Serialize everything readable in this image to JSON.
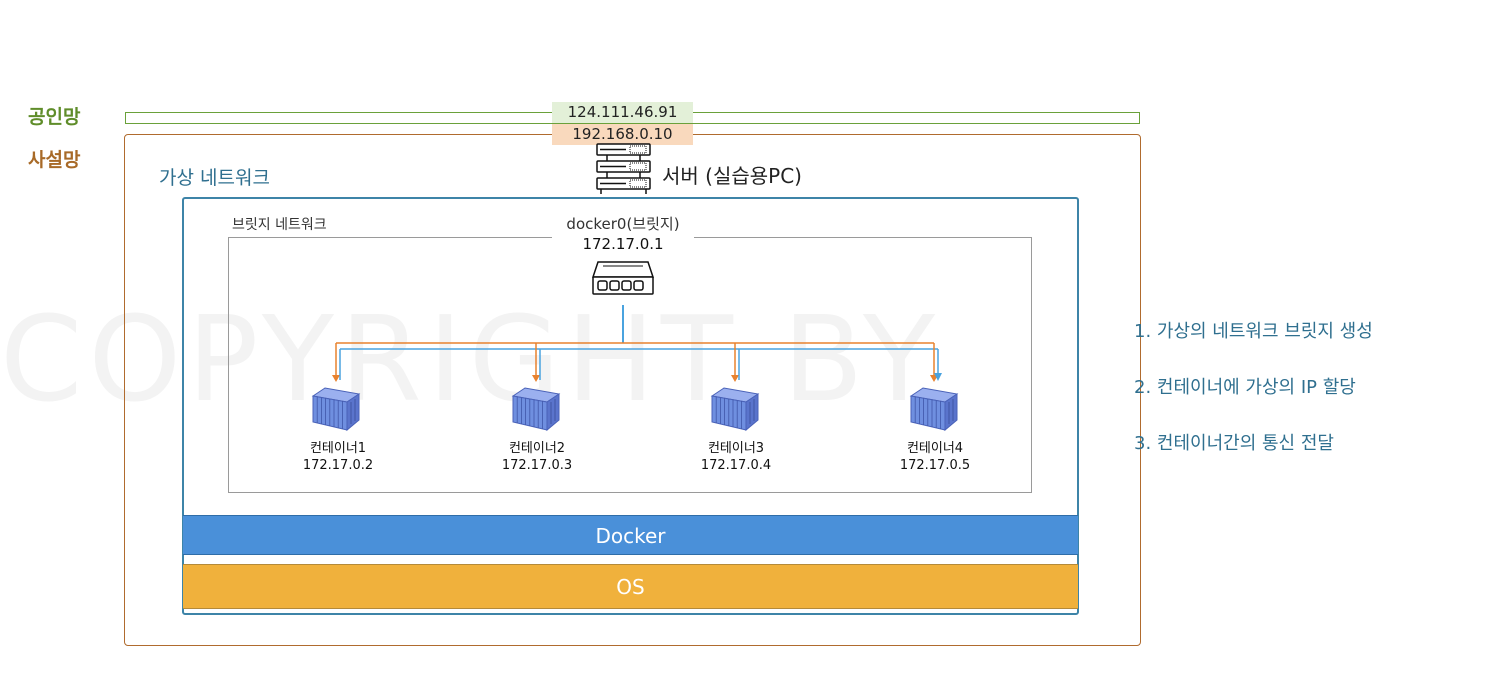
{
  "network": {
    "public_label": "공인망",
    "private_label": "사설망",
    "public_ip": "124.111.46.91",
    "private_ip": "192.168.0.10"
  },
  "server": {
    "title": "서버 (실습용PC)",
    "icon": "server-rack-icon"
  },
  "virtual_network": {
    "label": "가상 네트워크"
  },
  "bridge": {
    "label": "브릿지 네트워크",
    "name": "docker0(브릿지)",
    "ip": "172.17.0.1",
    "icon": "network-switch-icon"
  },
  "containers": [
    {
      "name": "컨테이너1",
      "ip": "172.17.0.2"
    },
    {
      "name": "컨테이너2",
      "ip": "172.17.0.3"
    },
    {
      "name": "컨테이너3",
      "ip": "172.17.0.4"
    },
    {
      "name": "컨테이너4",
      "ip": "172.17.0.5"
    }
  ],
  "layers": {
    "docker": "Docker",
    "os": "OS"
  },
  "steps": [
    "1. 가상의 네트워크 브릿지 생성",
    "2. 컨테이너에 가상의 IP 할당",
    "3. 컨테이너간의 통신 전달"
  ],
  "watermark": "COPYRIGHT BY",
  "colors": {
    "public": "#5f8d2a",
    "private": "#a86a28",
    "virtual_network": "#2f6f8f",
    "docker": "#4a90d9",
    "os": "#f0b13c",
    "link_blue": "#4aa3df",
    "link_orange": "#e8822e",
    "container": "#6f8fe0"
  }
}
